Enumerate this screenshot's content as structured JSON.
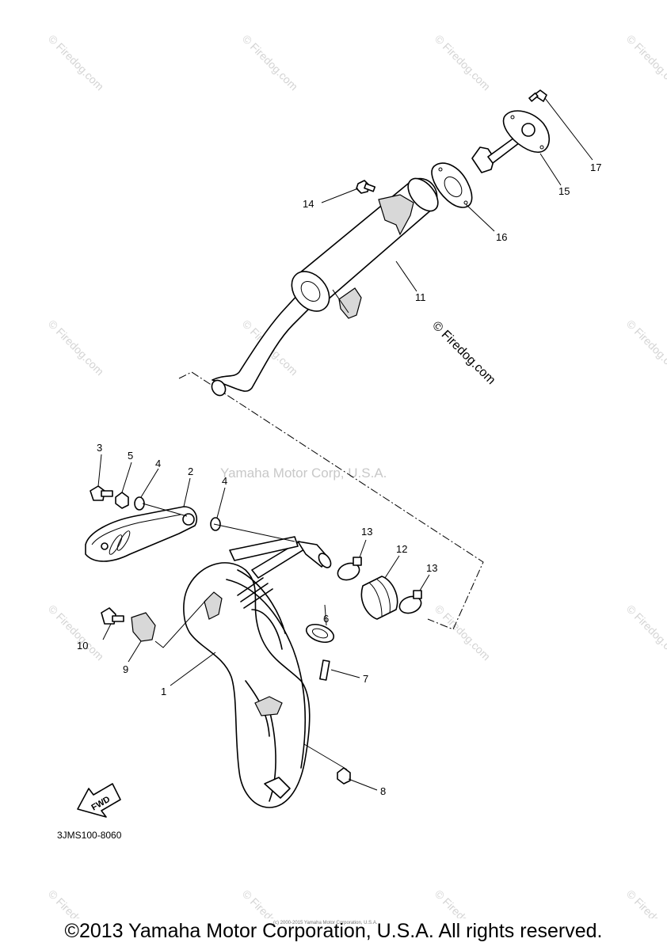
{
  "watermark": "© Firedog.com",
  "center_watermark": "Yamaha Motor Corp, U.S.A.",
  "firedog_note": "© Firedog.com",
  "diagram_code": "3JMS100-8060",
  "fwd_label": "FWD",
  "copyright": "©2013 Yamaha Motor Corporation, U.S.A. All rights reserved.",
  "tiny_note": "(c) 2000-2015 Yamaha Motor Corporation, U.S.A.",
  "callouts": [
    "1",
    "2",
    "3",
    "4",
    "4",
    "5",
    "6",
    "7",
    "8",
    "9",
    "10",
    "11",
    "12",
    "13",
    "13",
    "14",
    "15",
    "16",
    "17"
  ]
}
